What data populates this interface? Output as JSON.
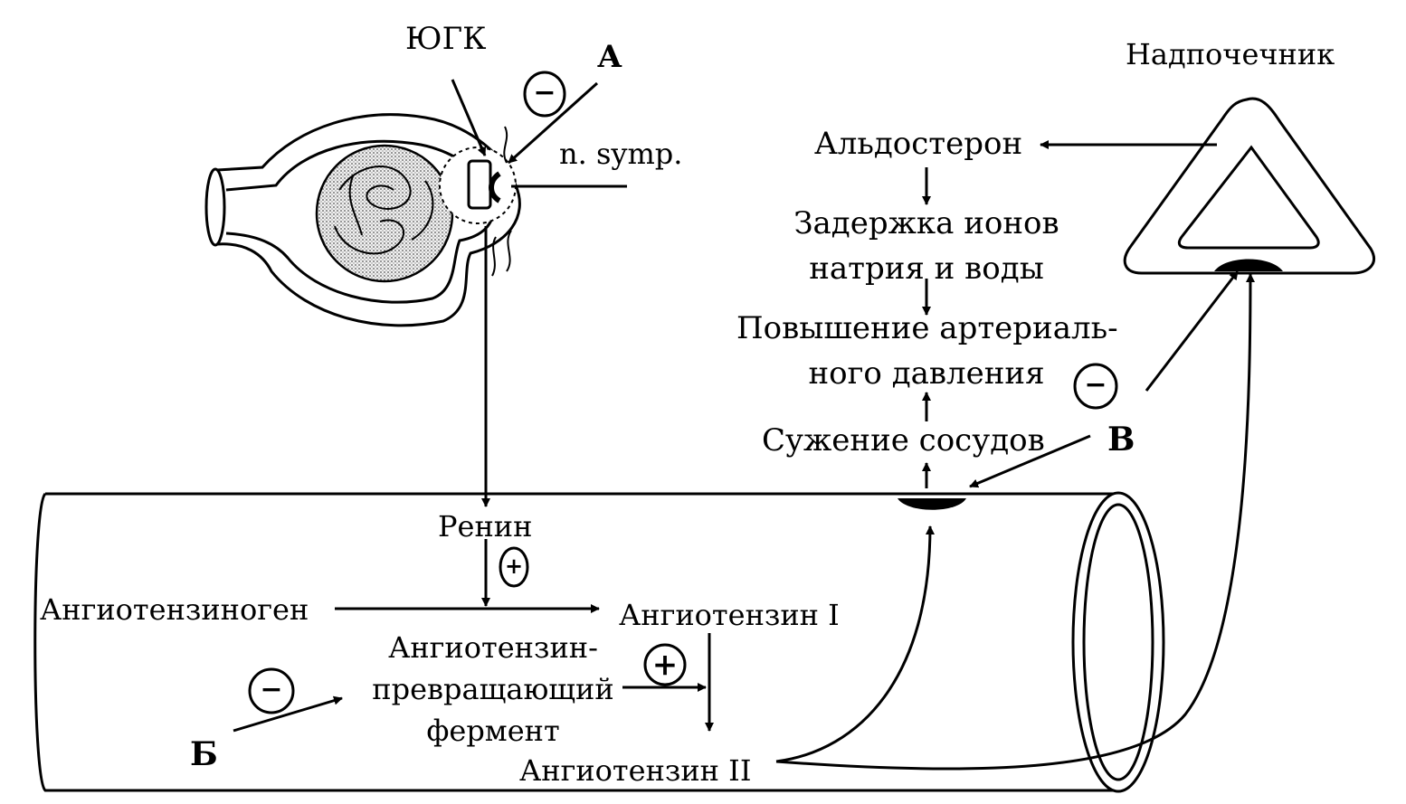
{
  "labels": {
    "jgk": "ЮГК",
    "marker_a": "А",
    "n_symp": "n. symp.",
    "adrenal": "Надпочечник",
    "aldosterone": "Альдостерон",
    "retention_1": "Задержка ионов",
    "retention_2": "натрия и воды",
    "bp_rise_1": "Повышение артериаль-",
    "bp_rise_2": "ного давления",
    "vasoconstriction": "Сужение сосудов",
    "marker_v": "В",
    "renin": "Ренин",
    "angiotensinogen": "Ангиотензиноген",
    "angiotensin_1": "Ангиотензин I",
    "ace_1": "Ангиотензин-",
    "ace_2": "превращающий",
    "ace_3": "фермент",
    "marker_b": "Б",
    "angiotensin_2": "Ангиотензин II"
  },
  "signs": {
    "minus": "−",
    "plus": "+"
  }
}
